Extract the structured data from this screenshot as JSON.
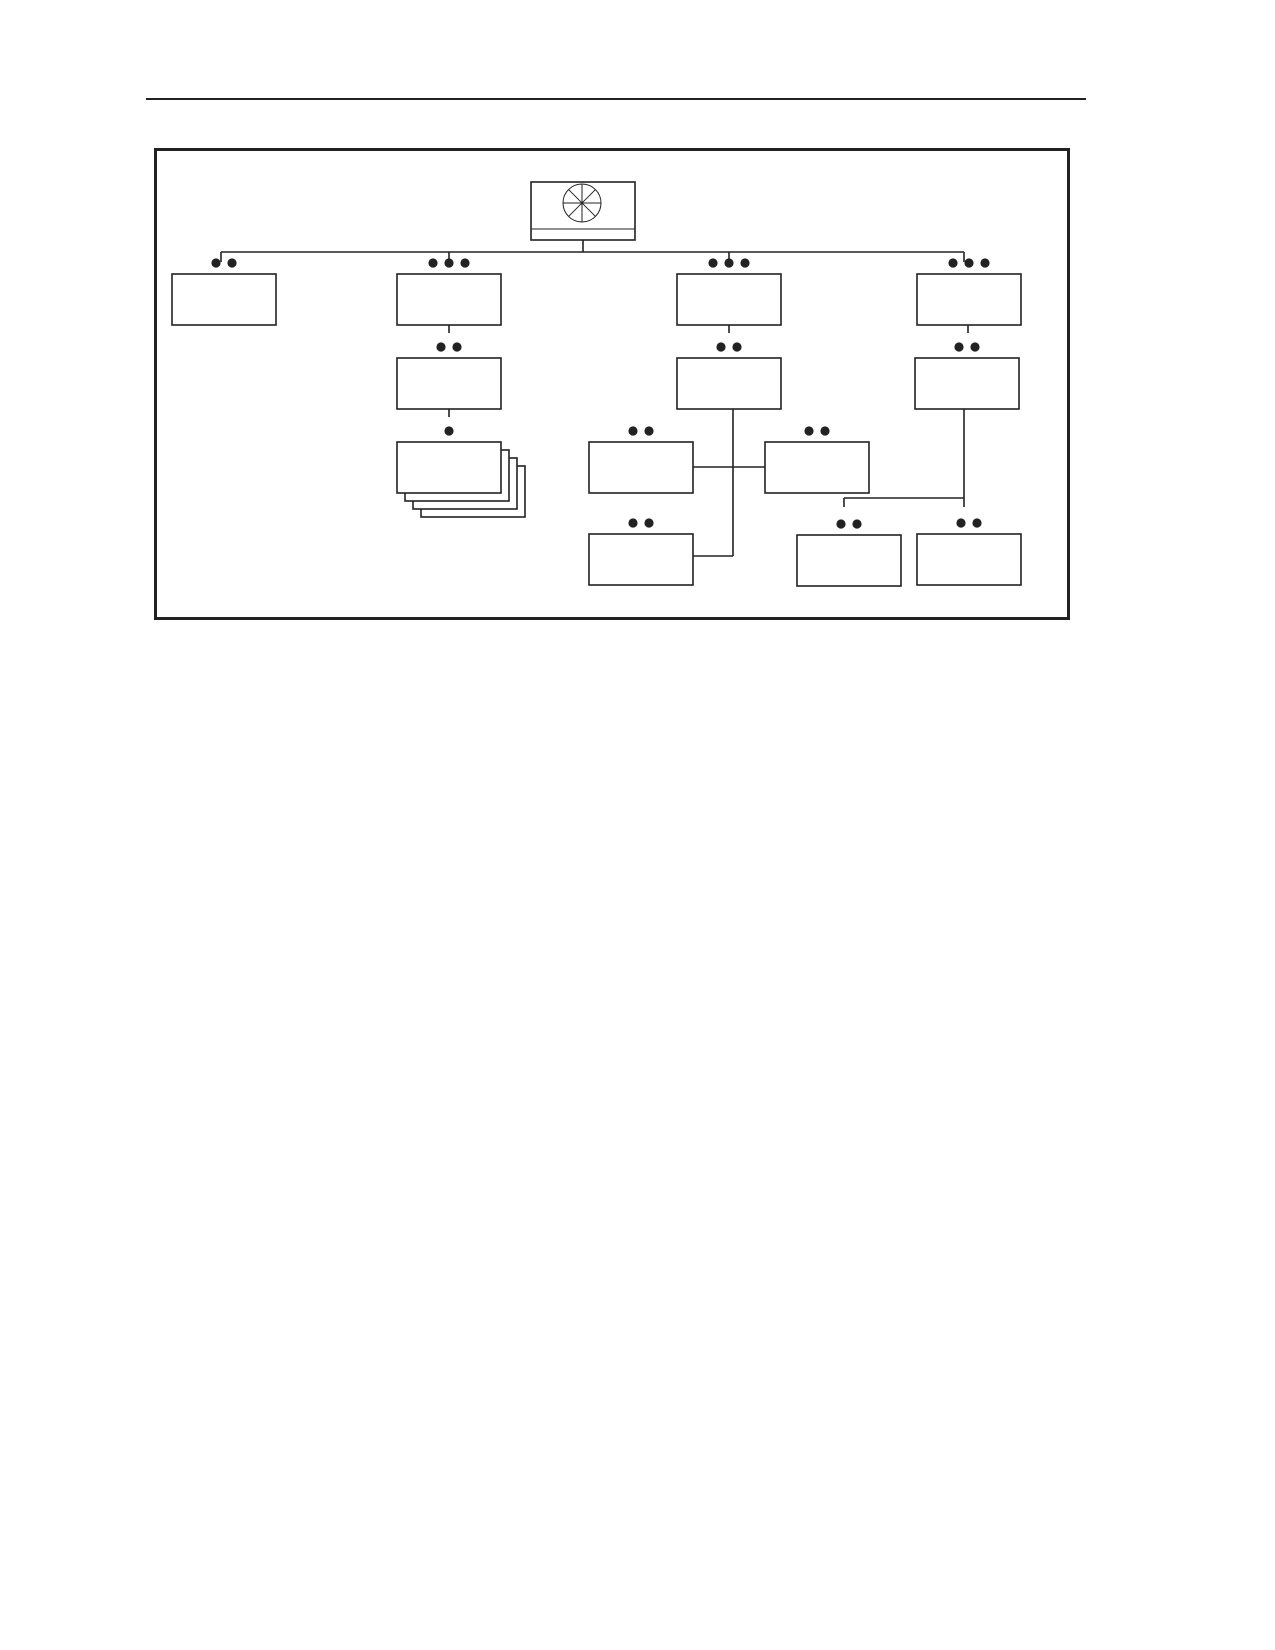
{
  "diagram": {
    "type": "organization-chart",
    "line_color": "#222222",
    "background_color": "#ffffff",
    "root": {
      "id": "root",
      "icon": "globe-icon",
      "label": ""
    },
    "nodes": [
      {
        "id": "a",
        "parent": "root",
        "dots": 2,
        "label": ""
      },
      {
        "id": "b",
        "parent": "root",
        "dots": 3,
        "label": ""
      },
      {
        "id": "b1",
        "parent": "b",
        "dots": 2,
        "label": ""
      },
      {
        "id": "b2",
        "parent": "b1",
        "dots": 1,
        "stacked": true,
        "stack_count": 4,
        "label": ""
      },
      {
        "id": "c",
        "parent": "root",
        "dots": 3,
        "label": ""
      },
      {
        "id": "c1",
        "parent": "c",
        "dots": 2,
        "label": ""
      },
      {
        "id": "c2",
        "parent": "c1",
        "dots": 2,
        "label": ""
      },
      {
        "id": "c3",
        "parent": "c1",
        "dots": 2,
        "label": ""
      },
      {
        "id": "c4",
        "parent": "c1",
        "dots": 2,
        "label": ""
      },
      {
        "id": "d",
        "parent": "root",
        "dots": 3,
        "label": ""
      },
      {
        "id": "d1",
        "parent": "d",
        "dots": 2,
        "label": ""
      },
      {
        "id": "d2",
        "parent": "d1",
        "dots": 2,
        "label": ""
      },
      {
        "id": "d3",
        "parent": "d1",
        "dots": 2,
        "label": ""
      }
    ]
  }
}
